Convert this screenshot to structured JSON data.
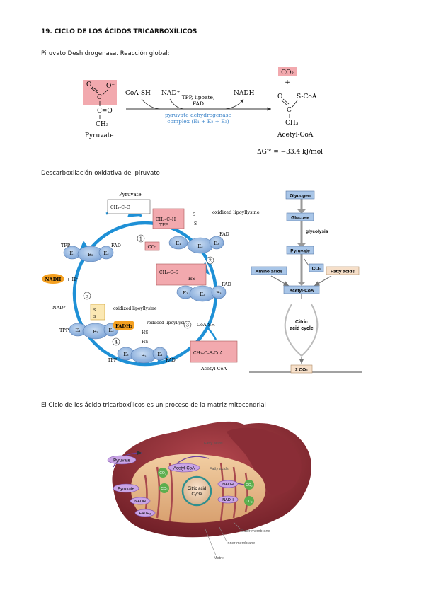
{
  "page": {
    "title": "19. CICLO DE LOS ÁCIDOS TRICARBOXÍLICOS",
    "section1": "Piruvato Deshidrogenasa. Reacción global:",
    "section2": "Descarboxilación oxidativa del piruvato",
    "section3": "El Ciclo de los ácido tricarboxílicos es un proceso de la matriz mitocondrial"
  },
  "reaction": {
    "pyruvate_label": "Pyruvate",
    "acetyl_label": "Acetyl-CoA",
    "coash": "CoA-SH",
    "nad": "NAD⁺",
    "nadh": "NADH",
    "cofactors_line1": "TPP, lipoate,",
    "cofactors_line2": "FAD",
    "complex_line1": "pyruvate dehydrogenase",
    "complex_line2": "complex (E₁ + E₂ + E₃)",
    "co2": "CO₂",
    "plus": "+",
    "scoa": "S-CoA",
    "ch3": "CH₃",
    "o_minus": "O⁻",
    "o": "O",
    "c_eq_o": "C=O",
    "c": "C",
    "delta_g": "ΔG′° = −33.4 kJ/mol"
  },
  "pdh_cycle": {
    "pyruvate": "Pyruvate",
    "oxidized_lipoyllysine": "oxidized lipoyllysine",
    "reduced_lipoyllysine": "reduced lipoyllysine",
    "tpp": "TPP",
    "fad": "FAD",
    "fadh2": "FADH₂",
    "nadh": "NADH",
    "h_plus": "+ H⁺",
    "nad": "NAD⁺",
    "co2": "CO₂",
    "coash": "CoA-SH",
    "acetyl_coa": "Acetyl-CoA",
    "e1": "E₁",
    "e2": "E₂",
    "e3": "E₃",
    "steps": [
      "1",
      "2",
      "3",
      "4",
      "5"
    ],
    "hs": "HS",
    "s": "S"
  },
  "flow": {
    "glycogen": "Glycogen",
    "glucose": "Glucose",
    "glycolysis": "glycolysis",
    "pyruvate": "Pyruvate",
    "co2": "CO₂",
    "amino_acids": "Amino acids",
    "fatty_acids": "Fatty acids",
    "acetyl_coa": "Acetyl-CoA",
    "cac_line1": "Citric",
    "cac_line2": "acid cycle",
    "out": "2 CO₂"
  },
  "mito": {
    "fatty_acids": "Fatty acids",
    "pyruvate": "Pyruvate",
    "co2": "CO₂",
    "acetyl_coa": "Acetyl-CoA",
    "citric_cycle_line1": "Citric acid",
    "citric_cycle_line2": "Cycle",
    "nadh": "NADH",
    "fadh2": "FADH₂",
    "outer_membrane": "Outer membrane",
    "inner_membrane": "Inner membrane",
    "matrix": "Matrix"
  }
}
